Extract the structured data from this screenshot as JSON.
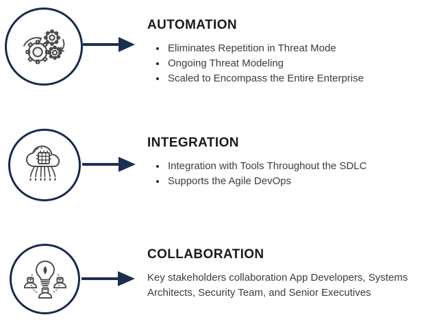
{
  "colors": {
    "accent_navy": "#16294d",
    "arrow_navy": "#1b2f52",
    "heading_text": "#1a1a1a",
    "body_text": "#3b3b3b",
    "icon_stroke": "#4a4a4a",
    "background": "#ffffff"
  },
  "sections": [
    {
      "id": "automation",
      "icon_name": "gears-icon",
      "heading": "AUTOMATION",
      "body_type": "bullets",
      "bullets": [
        "Eliminates Repetition in Threat Mode",
        "Ongoing Threat Modeling",
        "Scaled to Encompass the Entire Enterprise"
      ]
    },
    {
      "id": "integration",
      "icon_name": "cloud-chip-icon",
      "heading": "INTEGRATION",
      "body_type": "bullets",
      "bullets": [
        "Integration with Tools Throughout the SDLC",
        "Supports the Agile DevOps"
      ]
    },
    {
      "id": "collaboration",
      "icon_name": "lightbulb-team-icon",
      "heading": "COLLABORATION",
      "body_type": "paragraph",
      "paragraph": "Key stakeholders collaboration App Developers, Systems Architects, Security Team, and Senior Executives"
    }
  ]
}
